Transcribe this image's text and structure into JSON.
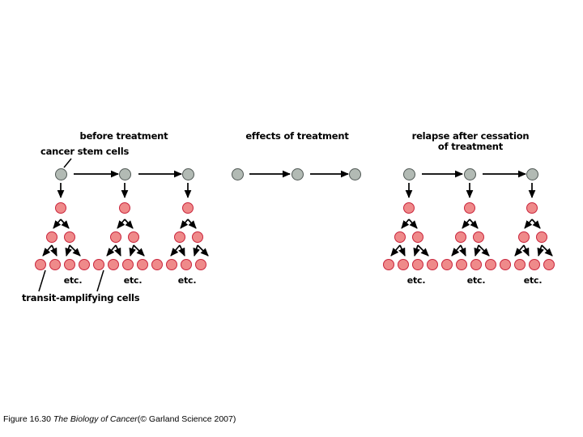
{
  "figure": {
    "caption_prefix": "Figure 16.30",
    "caption_book_title": "The Biology of Cancer",
    "caption_suffix": "(© Garland Science 2007)",
    "background_color": "#ffffff",
    "stem_cell_color": "#b2bab4",
    "stem_cell_border_color": "#4f5754",
    "progeny_cell_color": "#ef8a8a",
    "progeny_cell_border_color": "#c9253c",
    "arrow_color": "#000000"
  },
  "panels": [
    {
      "id": "before-treatment",
      "title": "before treatment",
      "annotations": [
        {
          "id": "cancer-stem-cells",
          "text": "cancer stem cells"
        },
        {
          "id": "transit-amplifying-cells",
          "text": "transit-amplifying cells"
        }
      ],
      "clusters": [
        {
          "stem_cells": 1,
          "rows": [
            1,
            2,
            4
          ],
          "etc_label": "etc."
        },
        {
          "stem_cells": 1,
          "rows": [
            1,
            2,
            4
          ],
          "etc_label": "etc."
        },
        {
          "stem_cells": 1,
          "rows": [
            1,
            2,
            4
          ],
          "etc_label": "etc."
        }
      ]
    },
    {
      "id": "effects-of-treatment",
      "title": "effects of treatment",
      "annotations": [],
      "clusters": [
        {
          "stem_cells": 1,
          "rows": [],
          "etc_label": ""
        },
        {
          "stem_cells": 1,
          "rows": [],
          "etc_label": ""
        },
        {
          "stem_cells": 1,
          "rows": [],
          "etc_label": ""
        }
      ]
    },
    {
      "id": "relapse-after-cessation",
      "title": "relapse after cessation\nof treatment",
      "annotations": [],
      "clusters": [
        {
          "stem_cells": 1,
          "rows": [
            1,
            2,
            4
          ],
          "etc_label": "etc."
        },
        {
          "stem_cells": 1,
          "rows": [
            1,
            2,
            4
          ],
          "etc_label": "etc."
        },
        {
          "stem_cells": 1,
          "rows": [
            1,
            2,
            4
          ],
          "etc_label": "etc."
        }
      ]
    }
  ],
  "labels": {
    "etc": "etc.",
    "stem_row_title": "cancer stem cells",
    "transit_row_title": "transit-amplifying cells"
  }
}
